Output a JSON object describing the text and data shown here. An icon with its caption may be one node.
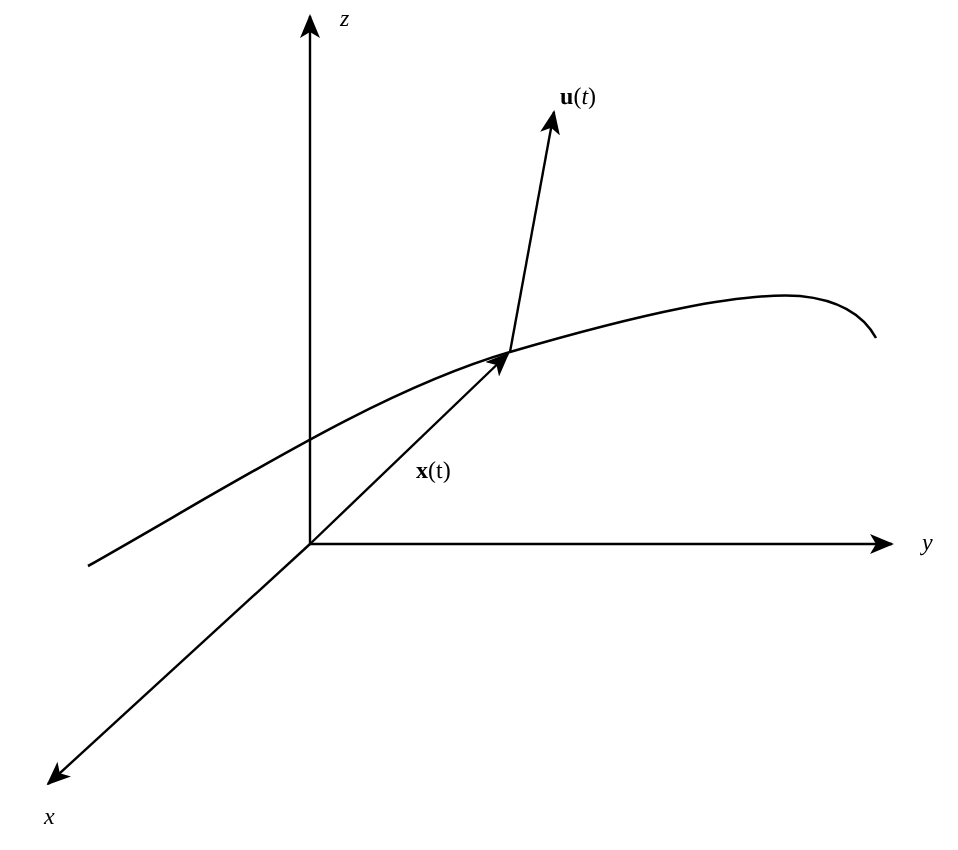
{
  "diagram": {
    "labels": [
      "z",
      "**u**(*t*)",
      "**x**(t)",
      "y",
      "x"
    ]
  }
}
